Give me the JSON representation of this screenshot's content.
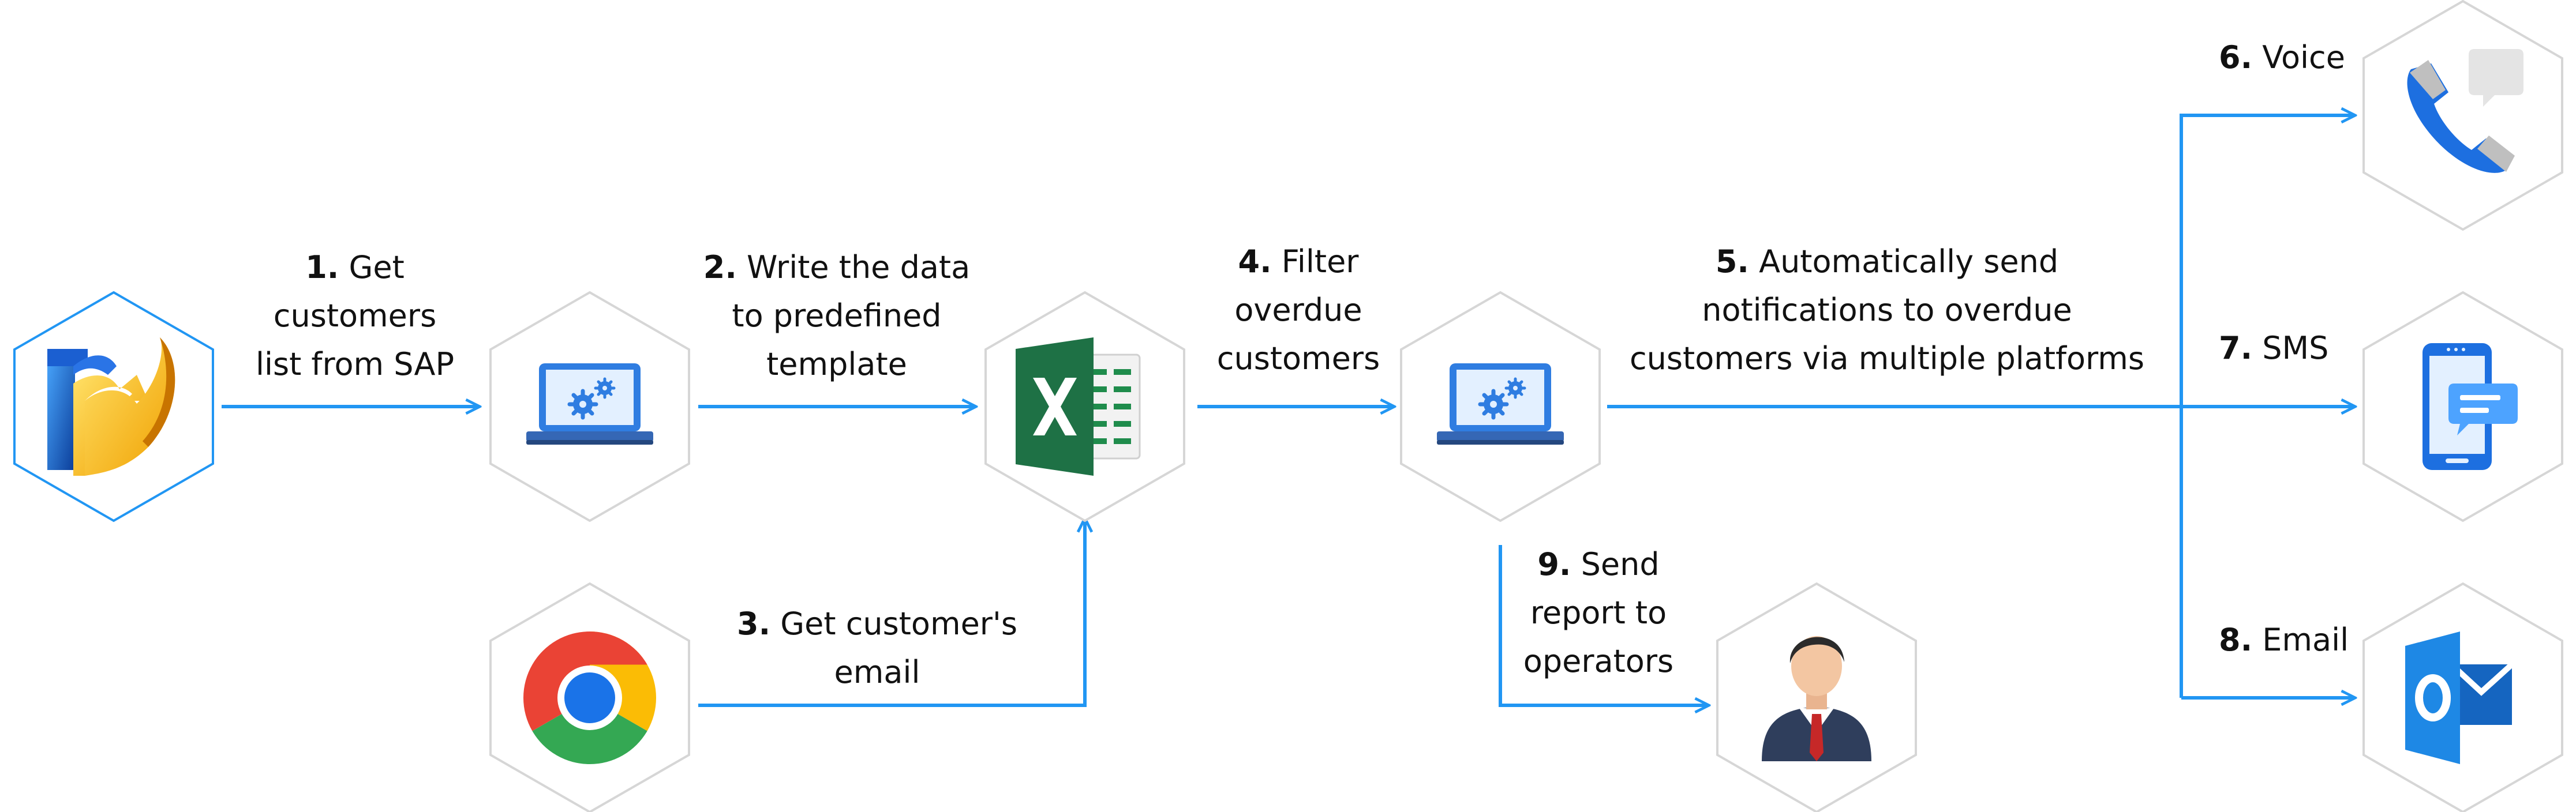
{
  "colors": {
    "arrow": "#2196F3",
    "hex_default": "#d6d6d6",
    "hex_sap": "#2196F3"
  },
  "nodes": [
    {
      "id": "sap",
      "icon": "sap-logo-icon"
    },
    {
      "id": "robot1",
      "icon": "robot-laptop-icon"
    },
    {
      "id": "excel",
      "icon": "excel-icon"
    },
    {
      "id": "robot2",
      "icon": "robot-laptop-icon"
    },
    {
      "id": "chrome",
      "icon": "chrome-icon"
    },
    {
      "id": "operator",
      "icon": "operator-person-icon"
    },
    {
      "id": "voice",
      "icon": "phone-voice-icon"
    },
    {
      "id": "sms",
      "icon": "sms-mobile-icon"
    },
    {
      "id": "email",
      "icon": "outlook-icon"
    }
  ],
  "steps": [
    {
      "num": "1.",
      "line1": "Get",
      "line2": "customers",
      "line3": "list from SAP"
    },
    {
      "num": "2.",
      "line1": "Write the data",
      "line2": "to predefined",
      "line3": "template"
    },
    {
      "num": "3.",
      "line1": "Get customer's",
      "line2": "email"
    },
    {
      "num": "4.",
      "line1": "Filter",
      "line2": "overdue",
      "line3": "customers"
    },
    {
      "num": "5.",
      "line1": "Automatically send",
      "line2": "notifications to overdue",
      "line3": "customers via multiple platforms"
    },
    {
      "num": "6.",
      "line1": "Voice"
    },
    {
      "num": "7.",
      "line1": "SMS"
    },
    {
      "num": "8.",
      "line1": "Email"
    },
    {
      "num": "9.",
      "line1": "Send",
      "line2": "report to",
      "line3": "operators"
    }
  ]
}
